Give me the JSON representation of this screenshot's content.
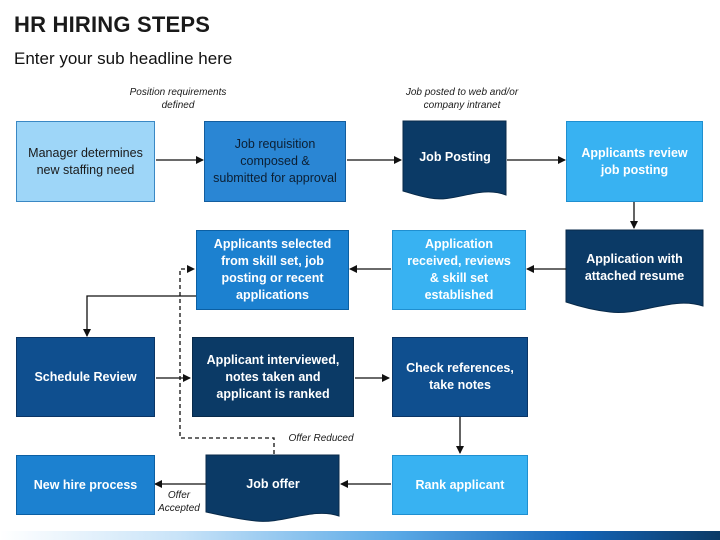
{
  "header": {
    "title": "HR HIRING STEPS",
    "subtitle": "Enter your sub headline here"
  },
  "notes": {
    "position_defined": "Position requirements defined",
    "job_posted": "Job posted to web and/or company intranet",
    "offer_reduced": "Offer Reduced",
    "offer_accepted": "Offer Accepted"
  },
  "steps": {
    "manager": "Manager determines new staffing need",
    "requisition": "Job requisition composed & submitted for approval",
    "job_posting": "Job Posting",
    "applicants_review": "Applicants review job posting",
    "application_resume": "Application with attached resume",
    "application_received": "Application received, reviews & skill set established",
    "applicants_selected": "Applicants selected from skill set, job posting or recent applications",
    "schedule_review": "Schedule Review",
    "interviewed": "Applicant interviewed, notes taken and applicant is ranked",
    "check_references": "Check references, take notes",
    "rank_applicant": "Rank applicant",
    "job_offer": "Job offer",
    "new_hire": "New hire process"
  },
  "colors": {
    "pale": "#9ed6f8",
    "light": "#38b2f2",
    "mid": "#1c81d0",
    "dark": "#0f4f8f",
    "navy": "#0b3a66",
    "arrow": "#111111"
  }
}
